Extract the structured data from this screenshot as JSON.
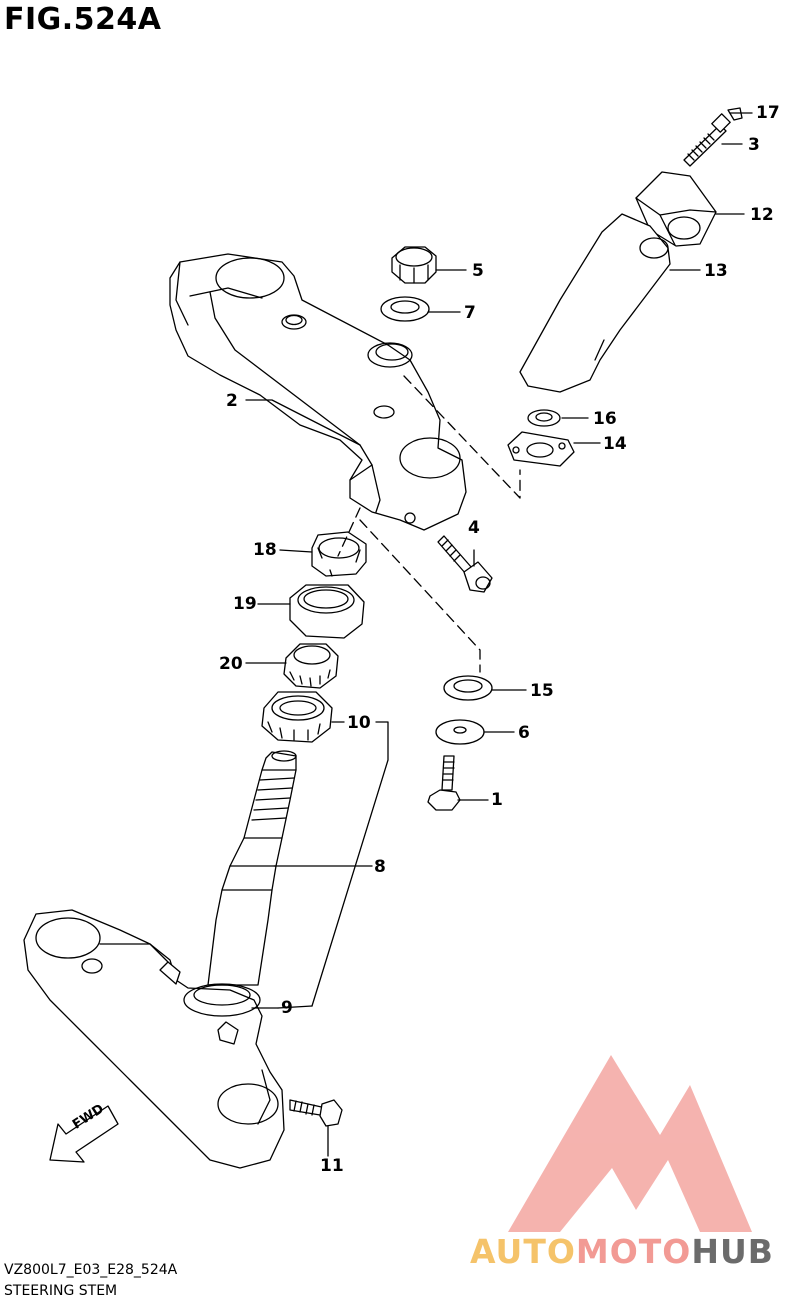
{
  "figure": {
    "title": "FIG.524A",
    "model_code": "VZ800L7_E03_E28_524A",
    "section_name": "STEERING STEM"
  },
  "direction_marker": {
    "text": "FWD"
  },
  "callouts": [
    {
      "id": "1",
      "label": "1"
    },
    {
      "id": "2",
      "label": "2"
    },
    {
      "id": "3",
      "label": "3"
    },
    {
      "id": "4",
      "label": "4"
    },
    {
      "id": "5",
      "label": "5"
    },
    {
      "id": "6",
      "label": "6"
    },
    {
      "id": "7",
      "label": "7"
    },
    {
      "id": "8",
      "label": "8"
    },
    {
      "id": "9",
      "label": "9"
    },
    {
      "id": "10",
      "label": "10"
    },
    {
      "id": "11",
      "label": "11"
    },
    {
      "id": "12",
      "label": "12"
    },
    {
      "id": "13",
      "label": "13"
    },
    {
      "id": "14",
      "label": "14"
    },
    {
      "id": "15",
      "label": "15"
    },
    {
      "id": "16",
      "label": "16"
    },
    {
      "id": "17",
      "label": "17"
    },
    {
      "id": "18",
      "label": "18"
    },
    {
      "id": "19",
      "label": "19"
    },
    {
      "id": "20",
      "label": "20"
    }
  ],
  "watermark": {
    "part1": "AUTO",
    "part2": "MOTO",
    "part3": "HUB",
    "logo_color": "#f29a94"
  }
}
